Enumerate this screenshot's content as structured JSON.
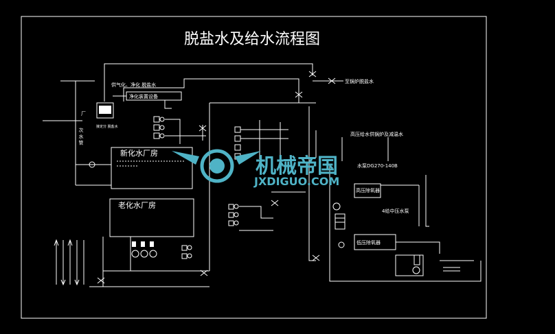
{
  "diagram": {
    "title": "脱盐水及给水流程图",
    "labels": {
      "fengqi_label": "供气化、净化 脱盐水",
      "jinghua_equipment": "净化装置设备",
      "cheng_label": "厂",
      "cirou_label": "次 水 管",
      "jiexian_label": "接定分 脱盐水",
      "new_plant": "新化水厂房",
      "old_plant": "老化水厂房",
      "to_line": "至锅炉脱盐水",
      "hp_feed": "高压给水供锅炉及减温水",
      "pump_model": "水泵DG270-140B",
      "hp_deaerator": "高压除氧器",
      "pumps_4": "4给中压水泵",
      "lp_deaerator": "低压除氧器",
      "logo_cn": "机械帝国",
      "logo_en": "JXDIGUO.COM"
    }
  },
  "colors": {
    "background": "#000000",
    "line": "#ffffff",
    "logo_fill": "#4fb3c6"
  }
}
